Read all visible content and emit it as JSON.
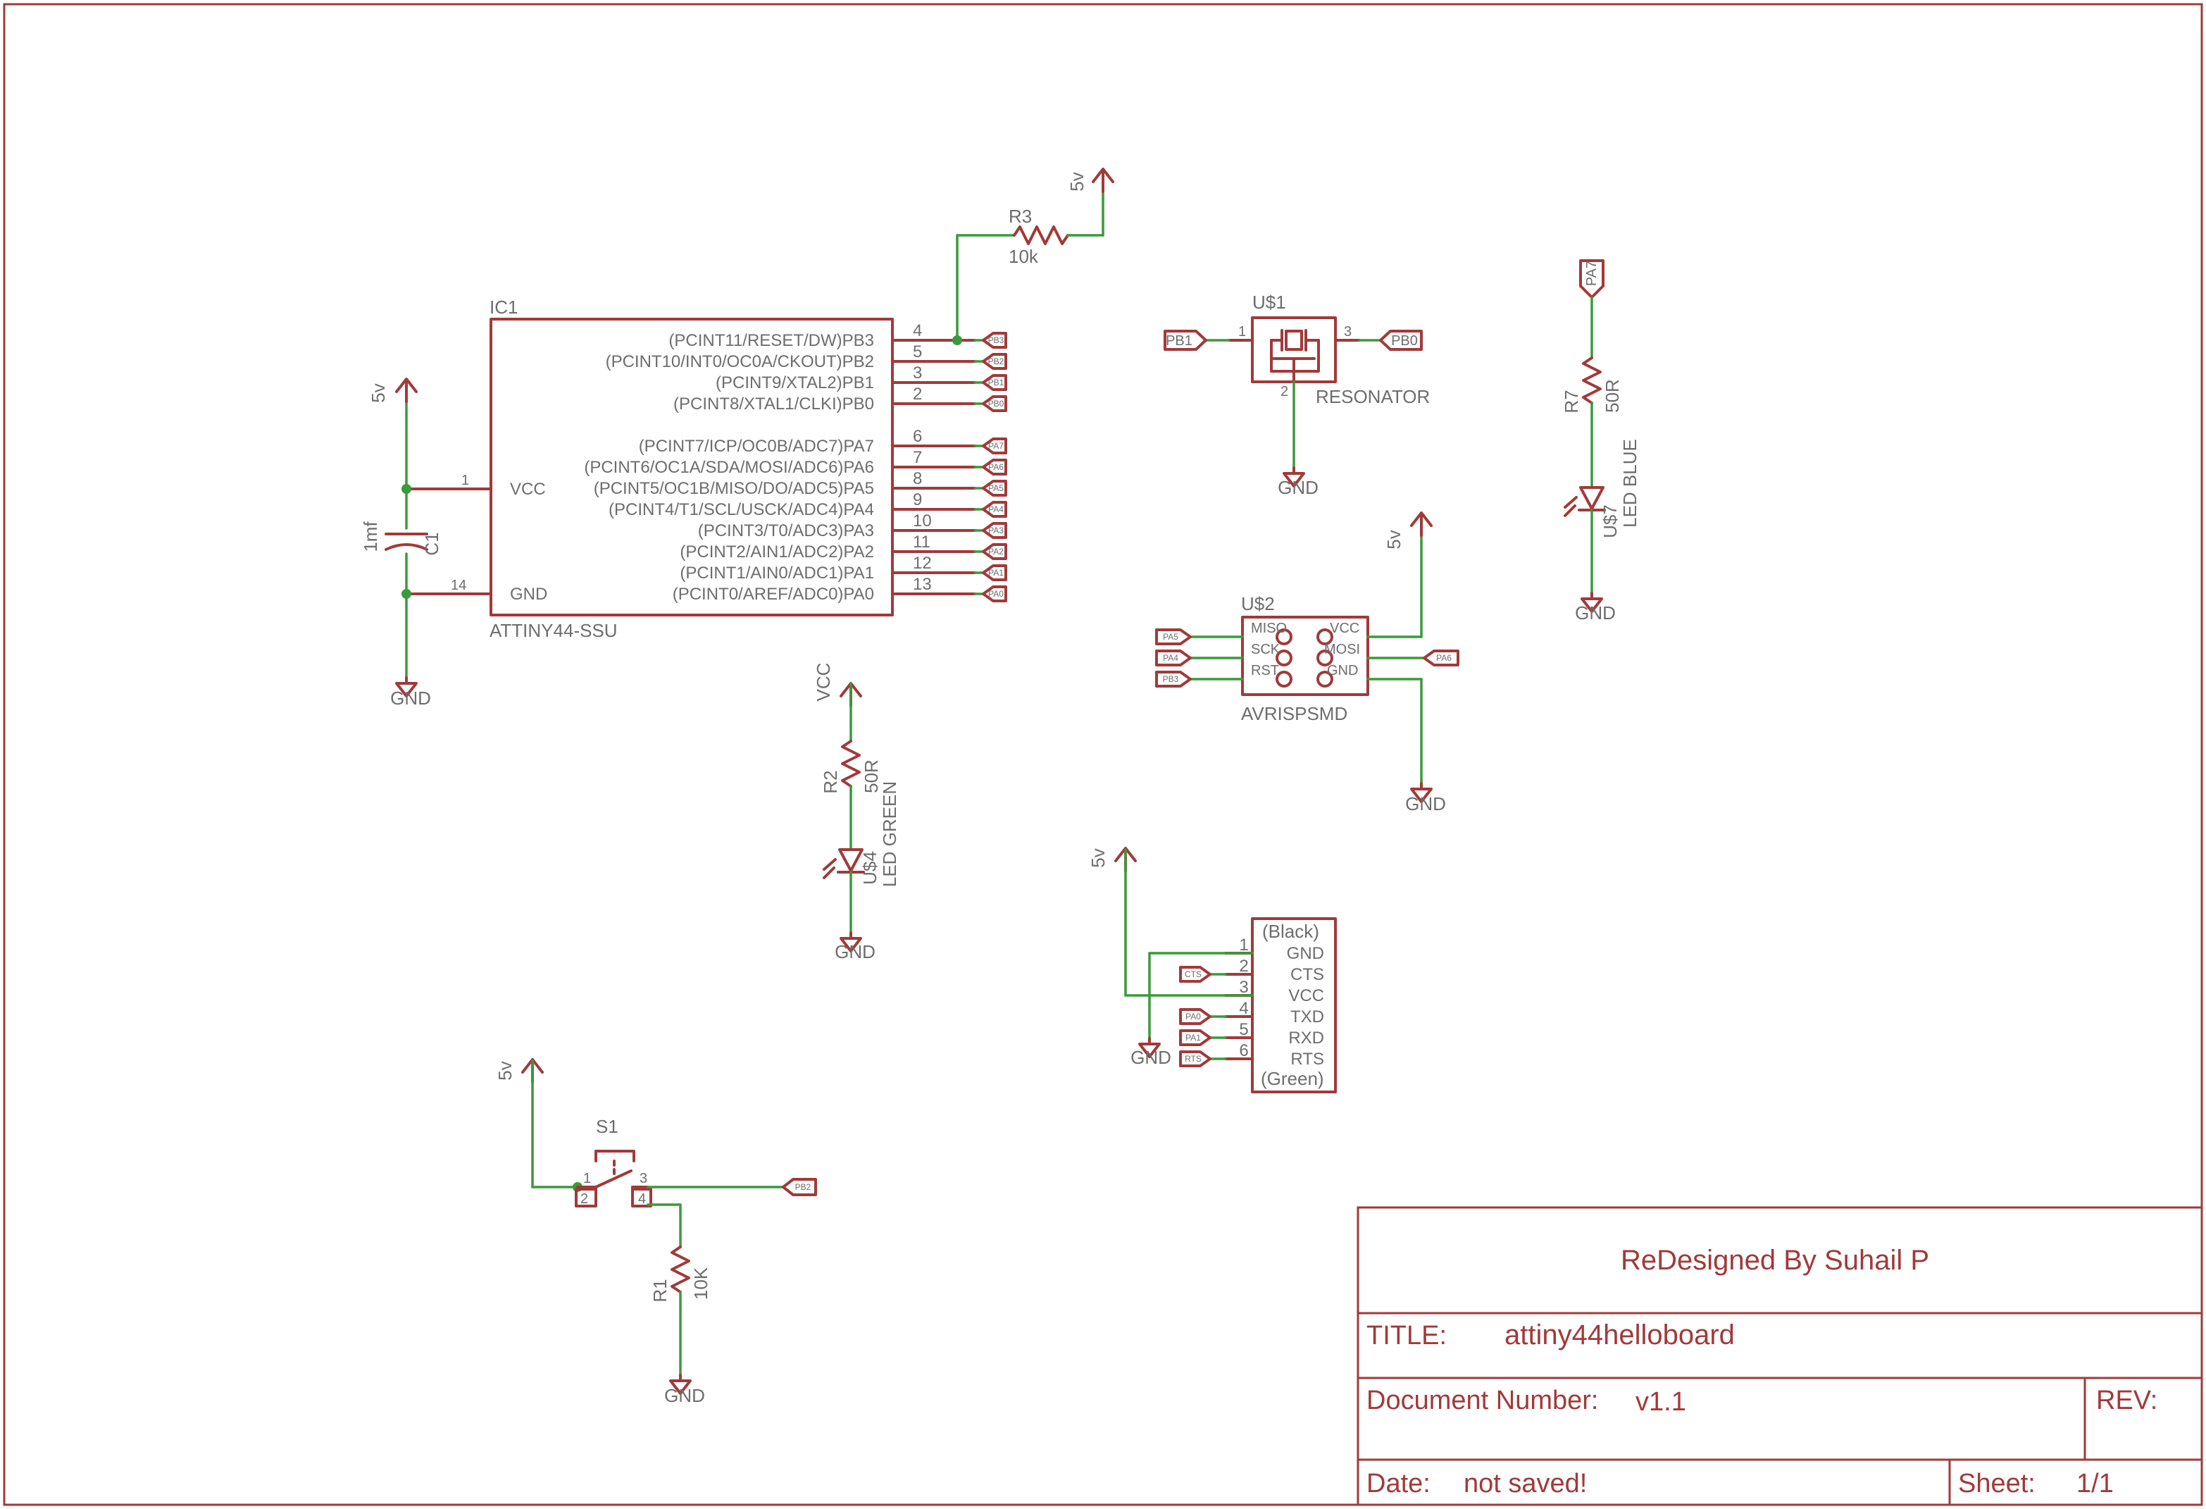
{
  "ic1": {
    "ref": "IC1",
    "part": "ATTINY44-SSU",
    "vcc_label": "VCC",
    "gnd_label": "GND",
    "vcc_pin": "1",
    "gnd_pin": "14",
    "pins": [
      {
        "num": "4",
        "name": "(PCINT11/RESET/DW)PB3",
        "net": "PB3"
      },
      {
        "num": "5",
        "name": "(PCINT10/INT0/OC0A/CKOUT)PB2",
        "net": "PB2"
      },
      {
        "num": "3",
        "name": "(PCINT9/XTAL2)PB1",
        "net": "PB1"
      },
      {
        "num": "2",
        "name": "(PCINT8/XTAL1/CLKI)PB0",
        "net": "PB0"
      },
      {
        "num": "6",
        "name": "(PCINT7/ICP/OC0B/ADC7)PA7",
        "net": "PA7"
      },
      {
        "num": "7",
        "name": "(PCINT6/OC1A/SDA/MOSI/ADC6)PA6",
        "net": "PA6"
      },
      {
        "num": "8",
        "name": "(PCINT5/OC1B/MISO/DO/ADC5)PA5",
        "net": "PA5"
      },
      {
        "num": "9",
        "name": "(PCINT4/T1/SCL/USCK/ADC4)PA4",
        "net": "PA4"
      },
      {
        "num": "10",
        "name": "(PCINT3/T0/ADC3)PA3",
        "net": "PA3"
      },
      {
        "num": "11",
        "name": "(PCINT2/AIN1/ADC2)PA2",
        "net": "PA2"
      },
      {
        "num": "12",
        "name": "(PCINT1/AIN0/ADC1)PA1",
        "net": "PA1"
      },
      {
        "num": "13",
        "name": "(PCINT0/AREF/ADC0)PA0",
        "net": "PA0"
      }
    ]
  },
  "c1": {
    "ref": "C1",
    "value": "1mf"
  },
  "r3": {
    "ref": "R3",
    "value": "10k"
  },
  "r2": {
    "ref": "R2",
    "value": "50R"
  },
  "r7": {
    "ref": "R7",
    "value": "50R"
  },
  "r1": {
    "ref": "R1",
    "value": "10K"
  },
  "u4": {
    "ref": "U$4",
    "value": "LED GREEN"
  },
  "u7": {
    "ref": "U$7",
    "value": "LED BLUE"
  },
  "u1": {
    "ref": "U$1",
    "value": "RESONATOR",
    "pin1": "1",
    "pin2": "2",
    "pin3": "3",
    "left_net": "PB1",
    "right_net": "PB0"
  },
  "u2": {
    "ref": "U$2",
    "value": "AVRISPSMD",
    "left_pins": [
      "MISO",
      "SCK",
      "RST"
    ],
    "right_pins": [
      "VCC",
      "MOSI",
      "GND"
    ],
    "left_nets": [
      "PA5",
      "PA4",
      "PB3"
    ],
    "right_net": "PA6"
  },
  "ftdi": {
    "top_label": "(Black)",
    "bottom_label": "(Green)",
    "pins": [
      {
        "num": "1",
        "name": "GND"
      },
      {
        "num": "2",
        "name": "CTS",
        "net": "CTS"
      },
      {
        "num": "3",
        "name": "VCC"
      },
      {
        "num": "4",
        "name": "TXD",
        "net": "PA0"
      },
      {
        "num": "5",
        "name": "RXD",
        "net": "PA1"
      },
      {
        "num": "6",
        "name": "RTS",
        "net": "RTS"
      }
    ]
  },
  "s1": {
    "ref": "S1",
    "pin1": "1",
    "pin2": "2",
    "pin3": "3",
    "pin4": "4",
    "net": "PB2"
  },
  "power": {
    "v5": "5v",
    "vcc": "VCC",
    "gnd": "GND"
  },
  "net_pa7": "PA7",
  "title_block": {
    "designer": "ReDesigned By Suhail P",
    "title_label": "TITLE:",
    "title": "attiny44helloboard",
    "docnum_label": "Document Number:",
    "docnum": "v1.1",
    "rev_label": "REV:",
    "date_label": "Date:",
    "date": "not saved!",
    "sheet_label": "Sheet:",
    "sheet": "1/1"
  }
}
